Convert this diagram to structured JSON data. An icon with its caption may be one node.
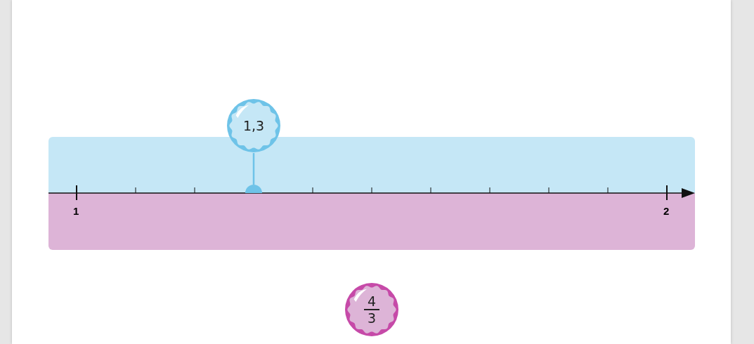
{
  "diagram": {
    "nodes": [
      {
        "text": [
          "1,3"
        ]
      },
      {
        "text": [],
        "shape": "circle"
      },
      {
        "text": [
          "4",
          "3"
        ]
      }
    ],
    "edges": [
      {
        "from": 0,
        "to": 1,
        "arrow": "none",
        "color": "#6ec3e8"
      }
    ],
    "labels": [
      "1",
      "2"
    ]
  }
}
